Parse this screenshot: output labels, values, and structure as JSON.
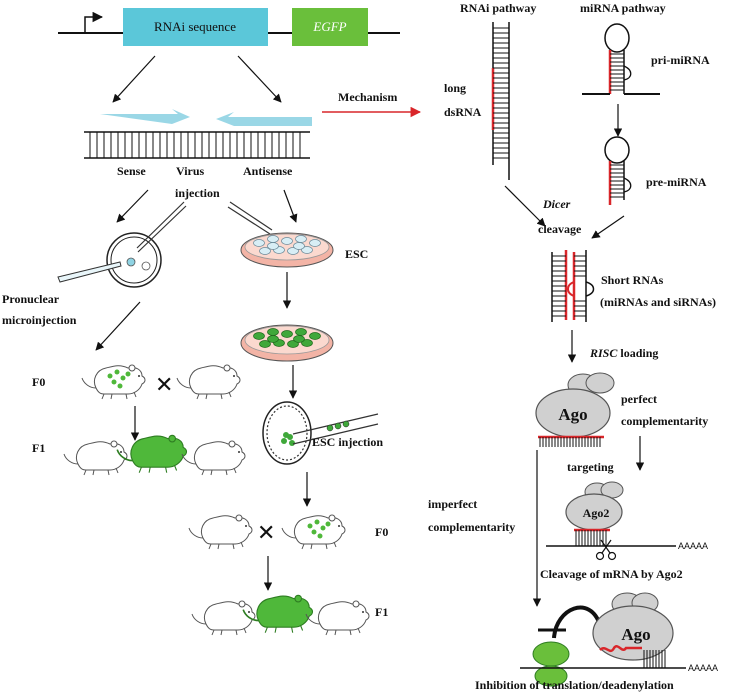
{
  "construct": {
    "rnai_label": "RNAi sequence",
    "egfp_label": "EGFP",
    "colors": {
      "rnai_box": "#5bc7d9",
      "egfp_box": "#6abf3b"
    }
  },
  "hairpin": {
    "sense": "Sense",
    "virus": "Virus",
    "antisense": "Antisense",
    "injection": "injection"
  },
  "mechanism_label": "Mechanism",
  "left_branch": {
    "pronuclear_line1": "Pronuclear",
    "pronuclear_line2": "microinjection",
    "f0": "F0",
    "f1": "F1"
  },
  "right_branch": {
    "esc": "ESC",
    "esc_injection": "ESC injection",
    "f0": "F0",
    "f1": "F1"
  },
  "rnai_pathway": {
    "title": "RNAi pathway",
    "long": "long",
    "dsrna": "dsRNA"
  },
  "mirna_pathway": {
    "title": "miRNA pathway",
    "pri": "pri-miRNA",
    "pre": "pre-miRNA"
  },
  "processing": {
    "dicer": "Dicer",
    "cleavage": "cleavage",
    "short_rnas": "Short RNAs",
    "short_rnas_sub": "(miRNAs and siRNAs)",
    "risc": "RISC",
    "loading": " loading"
  },
  "ago": {
    "ago_label": "Ago",
    "perfect1": "perfect",
    "perfect2": "complementarity",
    "targeting": "targeting",
    "imperfect1": "imperfect",
    "imperfect2": "complementarity",
    "ago2_label": "Ago2",
    "polyA1": "AAAAA",
    "cleavage_caption": "Cleavage of mRNA by Ago2",
    "ago_bottom_label": "Ago",
    "polyA2": "AAAAA",
    "inhibition_caption": "Inhibition of translation/deadenylation"
  },
  "colors": {
    "red_strand": "#d9262a",
    "mechanism_arrow": "#d9262a",
    "green_mouse": "#4fb83a",
    "green_cell": "#3fa83a",
    "dish": "#f3b4a6",
    "ago_gray": "#d0d0d0"
  }
}
